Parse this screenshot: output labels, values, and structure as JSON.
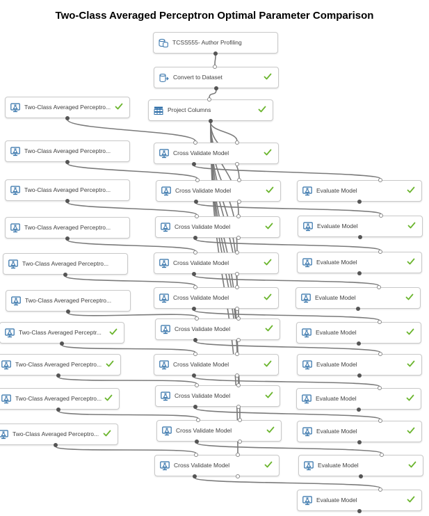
{
  "title": "Two-Class Averaged Perceptron Optimal Parameter Comparison",
  "nodes": [
    {
      "id": "dataset",
      "label": "TCSS555- Author Profiling",
      "kind": "dataset",
      "check": false
    },
    {
      "id": "convert",
      "label": "Convert to Dataset",
      "kind": "convert",
      "check": true
    },
    {
      "id": "project",
      "label": "Project Columns",
      "kind": "project",
      "check": true
    },
    {
      "id": "tcap1",
      "label": "Two-Class Averaged Perceptro...",
      "kind": "model",
      "check": true
    },
    {
      "id": "tcap2",
      "label": "Two-Class Averaged Perceptro...",
      "kind": "model",
      "check": false
    },
    {
      "id": "tcap3",
      "label": "Two-Class Averaged Perceptro...",
      "kind": "model",
      "check": false
    },
    {
      "id": "tcap4",
      "label": "Two-Class Averaged Perceptro...",
      "kind": "model",
      "check": false
    },
    {
      "id": "tcap5",
      "label": "Two-Class Averaged Perceptro...",
      "kind": "model",
      "check": false
    },
    {
      "id": "tcap6",
      "label": "Two-Class Averaged Perceptro...",
      "kind": "model",
      "check": false
    },
    {
      "id": "tcap7",
      "label": "Two-Class Averaged Perceptr...",
      "kind": "model",
      "check": true
    },
    {
      "id": "tcap8",
      "label": "Two-Class Averaged Perceptro...",
      "kind": "model",
      "check": true
    },
    {
      "id": "tcap9",
      "label": "Two-Class Averaged Perceptro...",
      "kind": "model",
      "check": true
    },
    {
      "id": "tcap10",
      "label": "Two-Class Averaged Perceptro...",
      "kind": "model",
      "check": true
    },
    {
      "id": "cv1",
      "label": "Cross Validate Model",
      "kind": "cv",
      "check": true
    },
    {
      "id": "cv2",
      "label": "Cross Validate Model",
      "kind": "cv",
      "check": true
    },
    {
      "id": "cv3",
      "label": "Cross Validate Model",
      "kind": "cv",
      "check": true
    },
    {
      "id": "cv4",
      "label": "Cross Validate Model",
      "kind": "cv",
      "check": true
    },
    {
      "id": "cv5",
      "label": "Cross Validate Model",
      "kind": "cv",
      "check": true
    },
    {
      "id": "cv6",
      "label": "Cross Validate Model",
      "kind": "cv",
      "check": true
    },
    {
      "id": "cv7",
      "label": "Cross Validate Model",
      "kind": "cv",
      "check": true
    },
    {
      "id": "cv8",
      "label": "Cross Validate Model",
      "kind": "cv",
      "check": true
    },
    {
      "id": "cv9",
      "label": "Cross Validate Model",
      "kind": "cv",
      "check": true
    },
    {
      "id": "cv10",
      "label": "Cross Validate Model",
      "kind": "cv",
      "check": true
    },
    {
      "id": "ev1",
      "label": "Evaluate Model",
      "kind": "eval",
      "check": true
    },
    {
      "id": "ev2",
      "label": "Evaluate Model",
      "kind": "eval",
      "check": true
    },
    {
      "id": "ev3",
      "label": "Evaluate Model",
      "kind": "eval",
      "check": true
    },
    {
      "id": "ev4",
      "label": "Evaluate Model",
      "kind": "eval",
      "check": true
    },
    {
      "id": "ev5",
      "label": "Evaluate Model",
      "kind": "eval",
      "check": true
    },
    {
      "id": "ev6",
      "label": "Evaluate Model",
      "kind": "eval",
      "check": true
    },
    {
      "id": "ev7",
      "label": "Evaluate Model",
      "kind": "eval",
      "check": true
    },
    {
      "id": "ev8",
      "label": "Evaluate Model",
      "kind": "eval",
      "check": true
    },
    {
      "id": "ev9",
      "label": "Evaluate Model",
      "kind": "eval",
      "check": true
    },
    {
      "id": "ev10",
      "label": "Evaluate Model",
      "kind": "eval",
      "check": true
    }
  ],
  "edges": [
    [
      "dataset",
      "convert"
    ],
    [
      "convert",
      "project"
    ],
    [
      "project",
      "cv1"
    ],
    [
      "project",
      "cv2"
    ],
    [
      "project",
      "cv3"
    ],
    [
      "project",
      "cv4"
    ],
    [
      "project",
      "cv5"
    ],
    [
      "project",
      "cv6"
    ],
    [
      "project",
      "cv7"
    ],
    [
      "project",
      "cv8"
    ],
    [
      "project",
      "cv9"
    ],
    [
      "project",
      "cv10"
    ],
    [
      "tcap1",
      "cv1"
    ],
    [
      "tcap2",
      "cv2"
    ],
    [
      "tcap3",
      "cv3"
    ],
    [
      "tcap4",
      "cv4"
    ],
    [
      "tcap5",
      "cv5"
    ],
    [
      "tcap6",
      "cv6"
    ],
    [
      "tcap7",
      "cv7"
    ],
    [
      "tcap8",
      "cv8"
    ],
    [
      "tcap9",
      "cv9"
    ],
    [
      "tcap10",
      "cv10"
    ],
    [
      "cv1",
      "ev1"
    ],
    [
      "cv2",
      "ev2"
    ],
    [
      "cv3",
      "ev3"
    ],
    [
      "cv4",
      "ev4"
    ],
    [
      "cv5",
      "ev5"
    ],
    [
      "cv6",
      "ev6"
    ],
    [
      "cv7",
      "ev7"
    ],
    [
      "cv8",
      "ev8"
    ],
    [
      "cv9",
      "ev9"
    ],
    [
      "cv10",
      "ev10"
    ]
  ],
  "colors": {
    "edge": "#7a7a7a",
    "check": "#6bb52e",
    "icon": "#2f6fa8",
    "border": "#c9c9c9"
  }
}
